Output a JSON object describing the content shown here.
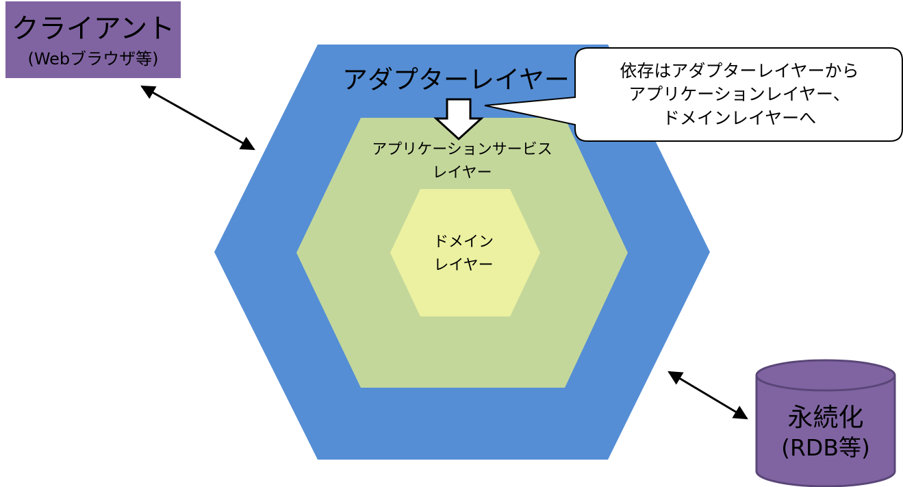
{
  "client": {
    "title": "クライアント",
    "subtitle": "(Webブラウザ等)"
  },
  "layers": {
    "adapter": "アダプターレイヤー",
    "application_line1": "アプリケーションサービス",
    "application_line2": "レイヤー",
    "domain_line1": "ドメイン",
    "domain_line2": "レイヤー"
  },
  "callout": {
    "line1": "依存はアダプターレイヤーから",
    "line2": "アプリケーションレイヤー、",
    "line3": "ドメインレイヤーへ"
  },
  "persistence": {
    "title": "永続化",
    "subtitle": "(RDB等)"
  },
  "colors": {
    "adapter_fill": "#558ED5",
    "application_fill": "#C4D79B",
    "domain_fill": "#EBF1A0",
    "client_fill": "#8064A2",
    "db_fill": "#8064A2"
  }
}
